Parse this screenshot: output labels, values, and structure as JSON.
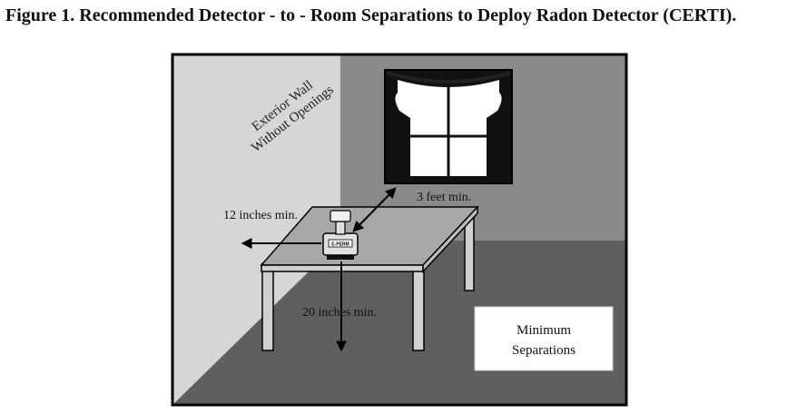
{
  "figure": {
    "title": "Figure 1. Recommended Detector - to - Room Separations to Deploy Radon Detector (CERTI)."
  },
  "diagram": {
    "wall_label_line1": "Exterior Wall",
    "wall_label_line2": "Without Openings",
    "label_wall_distance": "12 inches min.",
    "label_window_distance": "3 feet min.",
    "label_floor_distance": "20 inches min.",
    "detector_label": "E-PERM",
    "legend_line1": "Minimum",
    "legend_line2": "Separations"
  },
  "colors": {
    "left_wall": "#d6d6d6",
    "back_wall": "#8a8a8a",
    "floor": "#5f5f5f",
    "table_top": "#a8a8a8",
    "frame": "#000000"
  }
}
